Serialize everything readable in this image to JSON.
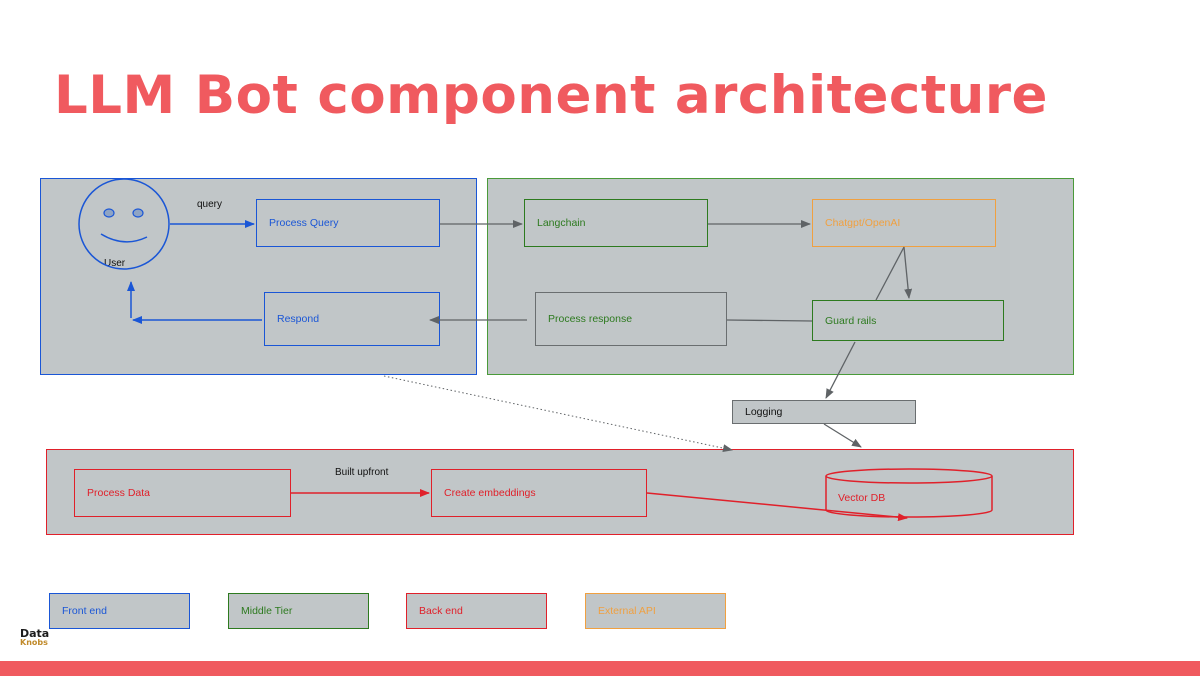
{
  "title": "LLM Bot component architecture",
  "frontend": {
    "user_label": "User",
    "query_label": "query",
    "process_query": "Process Query",
    "respond": "Respond"
  },
  "middle": {
    "langchain": "Langchain",
    "chatgpt": "Chatgpt/OpenAI",
    "guard_rails": "Guard rails",
    "process_response": "Process response"
  },
  "logging": "Logging",
  "backend": {
    "process_data": "Process Data",
    "built_upfront": "Built upfront",
    "create_embeddings": "Create embeddings",
    "vector_db": "Vector DB"
  },
  "legend": {
    "front_end": "Front end",
    "middle_tier": "Middle Tier",
    "back_end": "Back end",
    "external_api": "External API"
  },
  "logo": {
    "top": "Data",
    "bottom": "Knobs"
  },
  "colors": {
    "title": "#f05a5f",
    "front_end": "#1a56d6",
    "middle_tier": "#2d7a1f",
    "back_end": "#e0202a",
    "external_api": "#f0a040",
    "panel_fill": "#c1c6c8"
  },
  "icons": {
    "user": "smiley-face-icon"
  }
}
